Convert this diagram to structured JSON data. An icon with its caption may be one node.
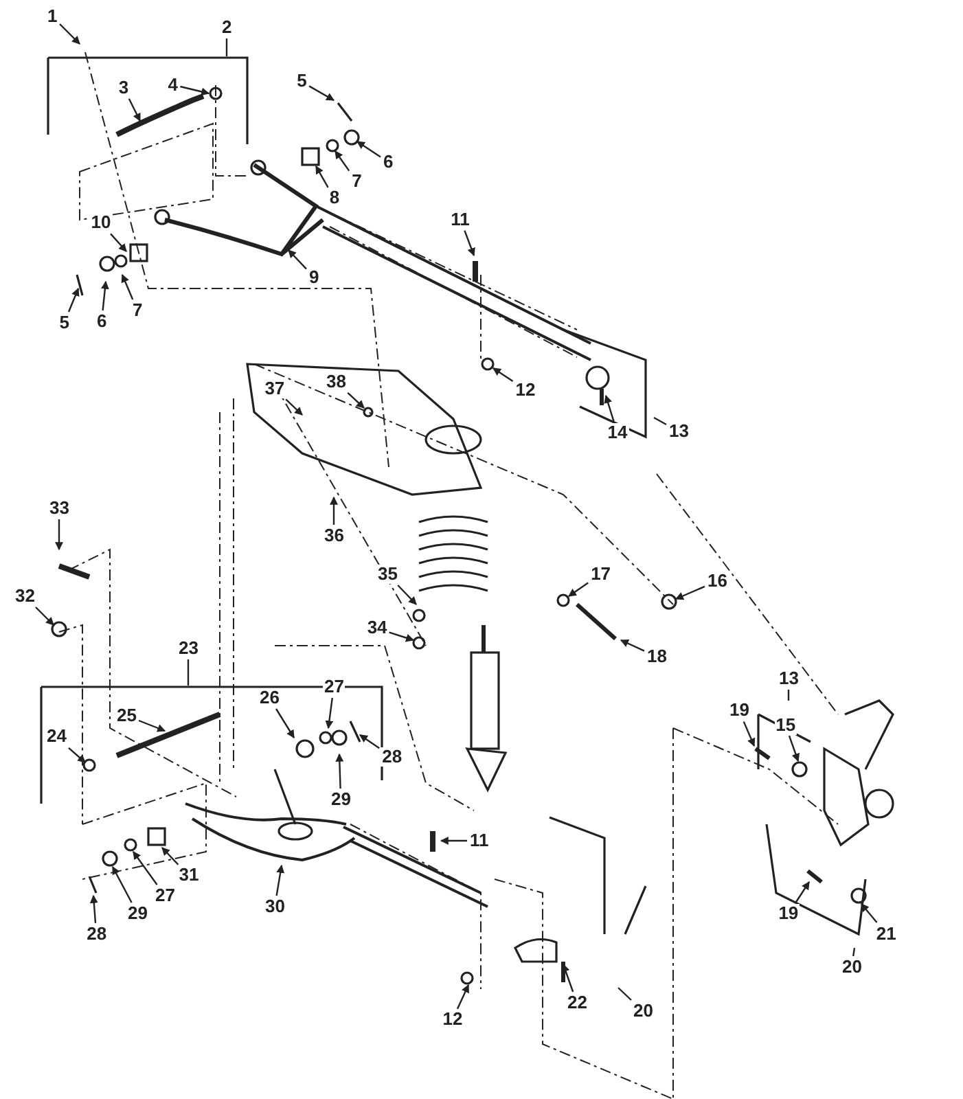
{
  "diagram": {
    "nodes": [
      {
        "text": [
          "1"
        ]
      },
      {
        "text": [
          "2"
        ]
      },
      {
        "text": [
          "3"
        ]
      },
      {
        "text": [
          "4"
        ]
      },
      {
        "text": [
          "5"
        ]
      },
      {
        "text": [
          "6"
        ]
      },
      {
        "text": [
          "7"
        ]
      },
      {
        "text": [
          "8"
        ]
      },
      {
        "text": [
          "9"
        ]
      },
      {
        "text": [
          "10"
        ]
      },
      {
        "text": [
          "5"
        ]
      },
      {
        "text": [
          "6"
        ]
      },
      {
        "text": [
          "7"
        ]
      },
      {
        "text": [
          "11"
        ]
      },
      {
        "text": [
          "12"
        ]
      },
      {
        "text": [
          "14"
        ]
      },
      {
        "text": [
          "13"
        ]
      },
      {
        "text": [
          "37"
        ]
      },
      {
        "text": [
          "38"
        ]
      },
      {
        "text": [
          "36"
        ]
      },
      {
        "text": [
          "35"
        ]
      },
      {
        "text": [
          "34"
        ]
      },
      {
        "text": [
          "17"
        ]
      },
      {
        "text": [
          "16"
        ]
      },
      {
        "text": [
          "18"
        ]
      },
      {
        "text": [
          "33"
        ]
      },
      {
        "text": [
          "32"
        ]
      },
      {
        "text": [
          "23"
        ]
      },
      {
        "text": [
          "25"
        ]
      },
      {
        "text": [
          "24"
        ]
      },
      {
        "text": [
          "26"
        ]
      },
      {
        "text": [
          "27"
        ]
      },
      {
        "text": [
          "28"
        ]
      },
      {
        "text": [
          "29"
        ]
      },
      {
        "text": [
          "31"
        ]
      },
      {
        "text": [
          "27"
        ]
      },
      {
        "text": [
          "29"
        ]
      },
      {
        "text": [
          "28"
        ]
      },
      {
        "text": [
          "30"
        ]
      },
      {
        "text": [
          "11"
        ]
      },
      {
        "text": [
          "12"
        ]
      },
      {
        "text": [
          "22"
        ]
      },
      {
        "text": [
          "20"
        ]
      },
      {
        "text": [
          "13"
        ]
      },
      {
        "text": [
          "19"
        ]
      },
      {
        "text": [
          "15"
        ]
      },
      {
        "text": [
          "19"
        ]
      },
      {
        "text": [
          "21"
        ]
      },
      {
        "text": [
          "20"
        ]
      }
    ],
    "edges": [
      {
        "from": 0,
        "to": null,
        "arrow": "to"
      },
      {
        "from": 1,
        "to": null,
        "arrow": "none"
      },
      {
        "from": 2,
        "to": null,
        "arrow": "to"
      },
      {
        "from": 3,
        "to": null,
        "arrow": "to"
      },
      {
        "from": 4,
        "to": null,
        "arrow": "to"
      },
      {
        "from": 5,
        "to": null,
        "arrow": "to"
      },
      {
        "from": 6,
        "to": null,
        "arrow": "to"
      },
      {
        "from": 7,
        "to": null,
        "arrow": "to"
      },
      {
        "from": 8,
        "to": null,
        "arrow": "to"
      },
      {
        "from": 9,
        "to": null,
        "arrow": "to"
      },
      {
        "from": 10,
        "to": null,
        "arrow": "to"
      },
      {
        "from": 11,
        "to": null,
        "arrow": "to"
      },
      {
        "from": 12,
        "to": null,
        "arrow": "to"
      },
      {
        "from": 13,
        "to": null,
        "arrow": "to"
      },
      {
        "from": 14,
        "to": null,
        "arrow": "to"
      },
      {
        "from": 15,
        "to": null,
        "arrow": "to"
      },
      {
        "from": 16,
        "to": null,
        "arrow": "none"
      },
      {
        "from": 17,
        "to": null,
        "arrow": "to"
      },
      {
        "from": 18,
        "to": null,
        "arrow": "to"
      },
      {
        "from": 19,
        "to": null,
        "arrow": "to"
      },
      {
        "from": 20,
        "to": null,
        "arrow": "to"
      },
      {
        "from": 21,
        "to": null,
        "arrow": "to"
      },
      {
        "from": 22,
        "to": null,
        "arrow": "to"
      },
      {
        "from": 23,
        "to": null,
        "arrow": "to"
      },
      {
        "from": 24,
        "to": null,
        "arrow": "to"
      },
      {
        "from": 25,
        "to": null,
        "arrow": "to"
      },
      {
        "from": 26,
        "to": null,
        "arrow": "to"
      },
      {
        "from": 27,
        "to": null,
        "arrow": "none"
      },
      {
        "from": 28,
        "to": null,
        "arrow": "to"
      },
      {
        "from": 29,
        "to": null,
        "arrow": "to"
      },
      {
        "from": 30,
        "to": null,
        "arrow": "to"
      },
      {
        "from": 31,
        "to": null,
        "arrow": "to"
      },
      {
        "from": 32,
        "to": null,
        "arrow": "to"
      },
      {
        "from": 33,
        "to": null,
        "arrow": "to"
      },
      {
        "from": 34,
        "to": null,
        "arrow": "to"
      },
      {
        "from": 35,
        "to": null,
        "arrow": "to"
      },
      {
        "from": 36,
        "to": null,
        "arrow": "to"
      },
      {
        "from": 37,
        "to": null,
        "arrow": "to"
      },
      {
        "from": 38,
        "to": null,
        "arrow": "to"
      },
      {
        "from": 39,
        "to": null,
        "arrow": "to"
      },
      {
        "from": 40,
        "to": null,
        "arrow": "to"
      },
      {
        "from": 41,
        "to": null,
        "arrow": "to"
      },
      {
        "from": 42,
        "to": null,
        "arrow": "none"
      },
      {
        "from": 43,
        "to": null,
        "arrow": "none"
      },
      {
        "from": 44,
        "to": null,
        "arrow": "to"
      },
      {
        "from": 45,
        "to": null,
        "arrow": "to"
      },
      {
        "from": 46,
        "to": null,
        "arrow": "to"
      },
      {
        "from": 47,
        "to": null,
        "arrow": "to"
      },
      {
        "from": 48,
        "to": null,
        "arrow": "none"
      }
    ]
  }
}
